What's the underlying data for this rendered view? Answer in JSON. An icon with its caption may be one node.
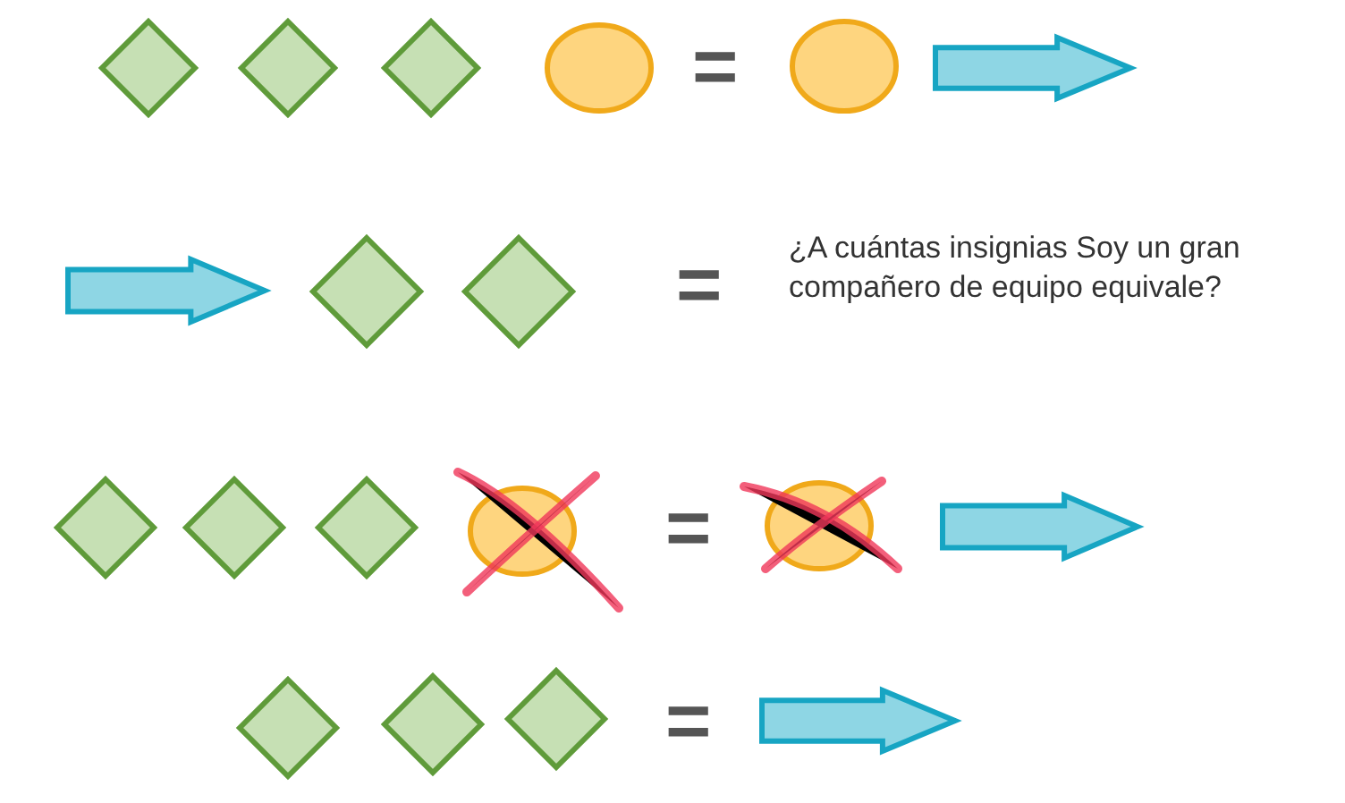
{
  "diagram": {
    "nodes": [
      {
        "text": [],
        "shape": "diamond"
      },
      {
        "text": [],
        "shape": "diamond"
      },
      {
        "text": [],
        "shape": "diamond"
      },
      {
        "text": [],
        "shape": "circle"
      },
      {
        "text": [],
        "shape": "circle"
      },
      {
        "text": [],
        "shape": "arrow"
      },
      {
        "text": [],
        "shape": "arrow"
      },
      {
        "text": [],
        "shape": "diamond"
      },
      {
        "text": [],
        "shape": "diamond"
      },
      {
        "text": [],
        "shape": "diamond"
      },
      {
        "text": [],
        "shape": "diamond"
      },
      {
        "text": [],
        "shape": "diamond"
      },
      {
        "text": [],
        "shape": "circle"
      },
      {
        "text": [],
        "shape": "circle"
      },
      {
        "text": [],
        "shape": "arrow"
      },
      {
        "text": [],
        "shape": "diamond"
      },
      {
        "text": [],
        "shape": "diamond"
      },
      {
        "text": [],
        "shape": "diamond"
      },
      {
        "text": [],
        "shape": "arrow"
      }
    ],
    "labels": [
      "=",
      "=",
      "¿A cuántas insignias Soy un gran compañero de equipo equivale?",
      "=",
      "="
    ]
  }
}
